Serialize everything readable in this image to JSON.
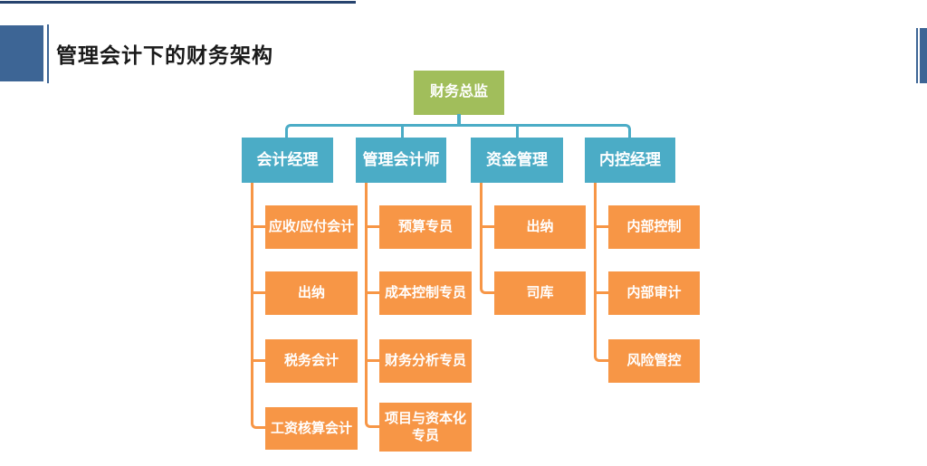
{
  "slide": {
    "title": "管理会计下的财务架构"
  },
  "colors": {
    "teal": "#4BACC6",
    "green": "#A1BE5B",
    "orange": "#F79646",
    "side_blue": "#3D6595",
    "top_line": "#26436E",
    "title_text": "#1A1A1A",
    "box_text": "#FFFFFF"
  },
  "org_chart": {
    "root": {
      "label": "财务总监"
    },
    "branches": [
      {
        "label": "会计经理",
        "children": [
          "应收/应付会计",
          "出纳",
          "税务会计",
          "工资核算会计"
        ]
      },
      {
        "label": "管理会计师",
        "children": [
          "预算专员",
          "成本控制专员",
          "财务分析专员",
          "项目与资本化专员"
        ]
      },
      {
        "label": "资金管理",
        "children": [
          "出纳",
          "司库"
        ]
      },
      {
        "label": "内控经理",
        "children": [
          "内部控制",
          "内部审计",
          "风险管控"
        ]
      }
    ]
  }
}
